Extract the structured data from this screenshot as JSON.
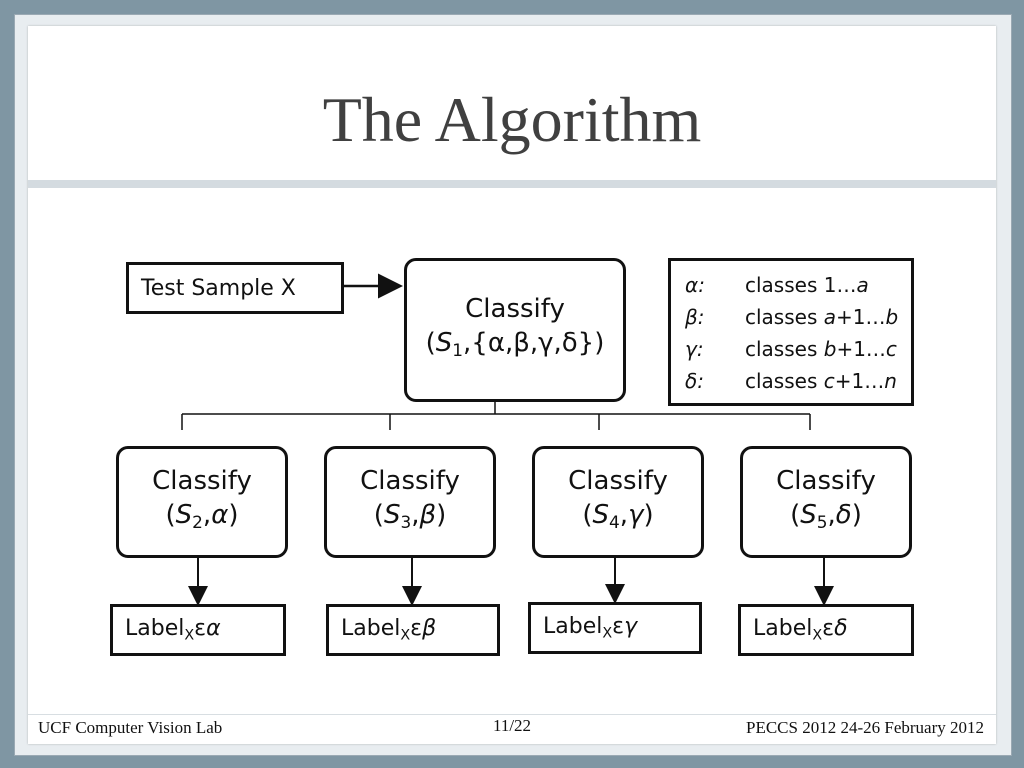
{
  "slide": {
    "title": "The Algorithm",
    "footer_left": "UCF Computer Vision Lab",
    "footer_center": "11/22",
    "footer_right": "PECCS 2012 24-26 February 2012"
  },
  "diagram": {
    "input": "Test Sample X",
    "root": {
      "name": "Classify",
      "subset": "S",
      "subset_index": "1",
      "params": ",{α,β,γ,δ})"
    },
    "legend": [
      {
        "symbol": "α",
        "pre": "classes 1…",
        "end": "a"
      },
      {
        "symbol": "β",
        "pre": "classes ",
        "start": "a",
        "mid": "+1…",
        "end": "b"
      },
      {
        "symbol": "γ",
        "pre": "classes ",
        "start": "b",
        "mid": "+1…",
        "end": "c"
      },
      {
        "symbol": "δ",
        "pre": "classes ",
        "start": "c",
        "mid": "+1…",
        "end": "n"
      }
    ],
    "children": [
      {
        "name": "Classify",
        "subset": "S",
        "index": "2",
        "group": "α",
        "label": "Label",
        "label_sub": "X",
        "label_rel": "ε"
      },
      {
        "name": "Classify",
        "subset": "S",
        "index": "3",
        "group": "β",
        "label": "Label",
        "label_sub": "X",
        "label_rel": "ε"
      },
      {
        "name": "Classify",
        "subset": "S",
        "index": "4",
        "group": "γ",
        "label": "Label",
        "label_sub": "X",
        "label_rel": "ε"
      },
      {
        "name": "Classify",
        "subset": "S",
        "index": "5",
        "group": "δ",
        "label": "Label",
        "label_sub": "X",
        "label_rel": "ε"
      }
    ]
  }
}
